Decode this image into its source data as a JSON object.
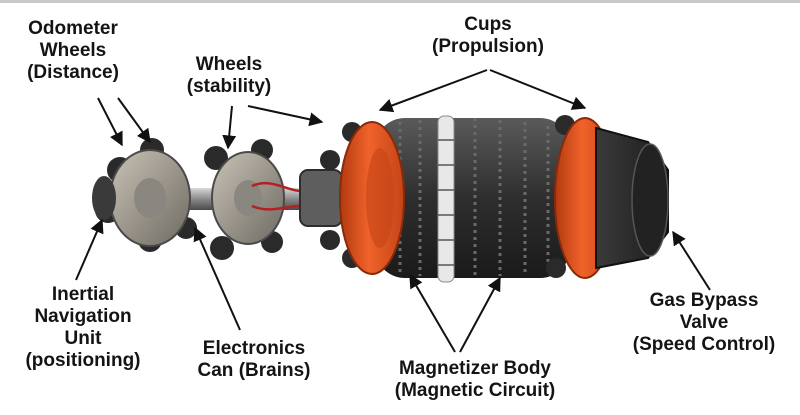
{
  "labels": {
    "odometer_wheels": {
      "line1": "Odometer",
      "line2": "Wheels",
      "line3": "(Distance)"
    },
    "wheels_stability": {
      "line1": "Wheels",
      "line2": "(stability)"
    },
    "cups": {
      "line1": "Cups",
      "line2": "(Propulsion)"
    },
    "inertial_navigation": {
      "line1": "Inertial",
      "line2": "Navigation",
      "line3": "Unit",
      "line4": "(positioning)"
    },
    "electronics_can": {
      "line1": "Electronics",
      "line2": "Can (Brains)"
    },
    "magnetizer_body": {
      "line1": "Magnetizer Body",
      "line2": "(Magnetic Circuit)"
    },
    "gas_bypass_valve": {
      "line1": "Gas Bypass",
      "line2": "Valve",
      "line3": "(Speed Control)"
    }
  },
  "colors": {
    "cup_orange": "#e8501c",
    "magnet_body": "#3a3a3a",
    "steel": "#9a9a9a",
    "arrow": "#111111"
  }
}
